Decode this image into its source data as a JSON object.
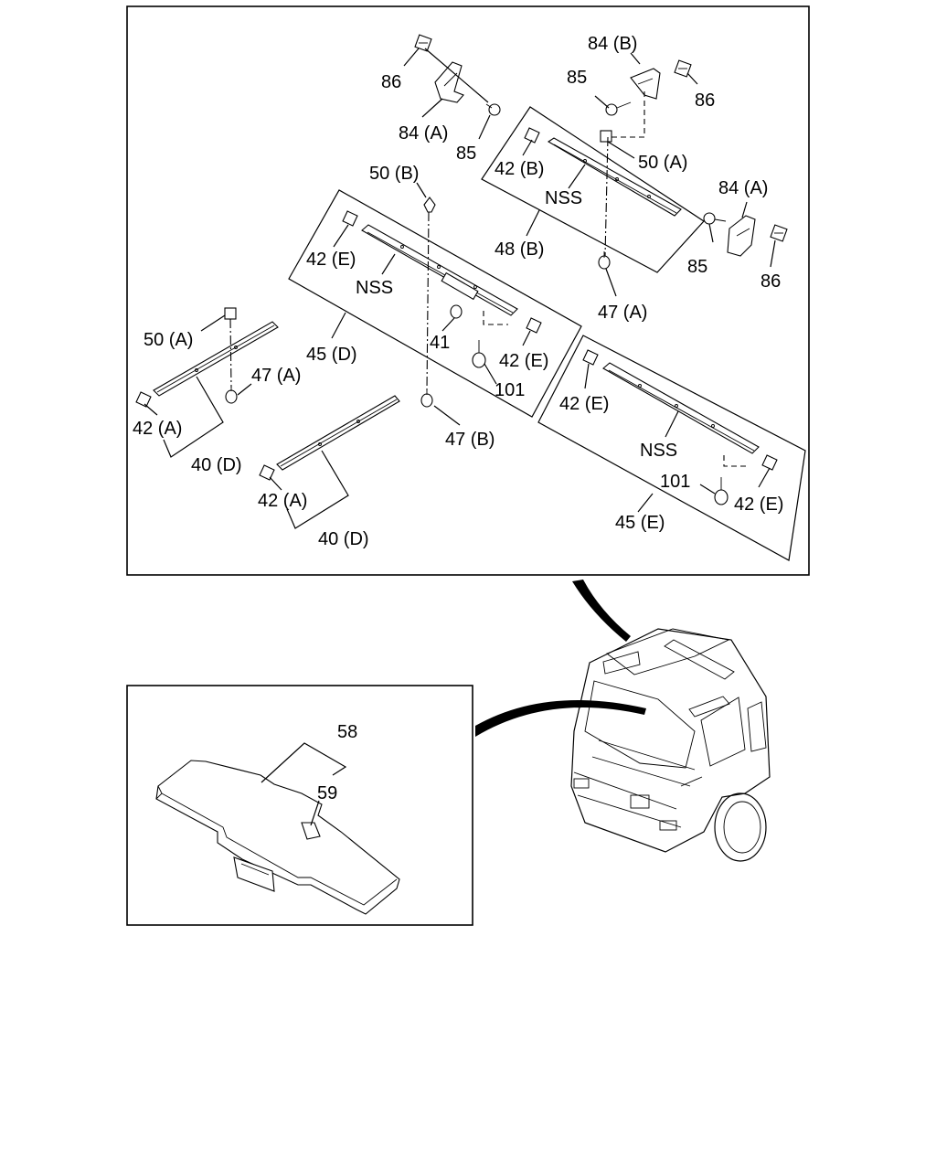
{
  "labels": {
    "p86_a": "86",
    "p84a_top": "84 (A)",
    "p85_a": "85",
    "p84b": "84 (B)",
    "p85_b": "85",
    "p86_b": "86",
    "p42b": "42 (B)",
    "p50a_top": "50 (A)",
    "nss_48b": "NSS",
    "p48b": "48 (B)",
    "p84a_right": "84 (A)",
    "p85_c": "85",
    "p86_c": "86",
    "p47a_center": "47 (A)",
    "p50b": "50 (B)",
    "p42e_a": "42 (E)",
    "nss_45d": "NSS",
    "p41": "41",
    "p42e_b": "42 (E)",
    "p101_a": "101",
    "p45d": "45 (D)",
    "p47b": "47 (B)",
    "p50a_left": "50 (A)",
    "p47a_left": "47 (A)",
    "p42a_left": "42 (A)",
    "p40d_left": "40 (D)",
    "p42a_mid": "42 (A)",
    "p40d_mid": "40 (D)",
    "p42e_c": "42 (E)",
    "nss_45e": "NSS",
    "p101_b": "101",
    "p42e_d": "42 (E)",
    "p45e": "45 (E)",
    "p58": "58",
    "p59": "59"
  }
}
